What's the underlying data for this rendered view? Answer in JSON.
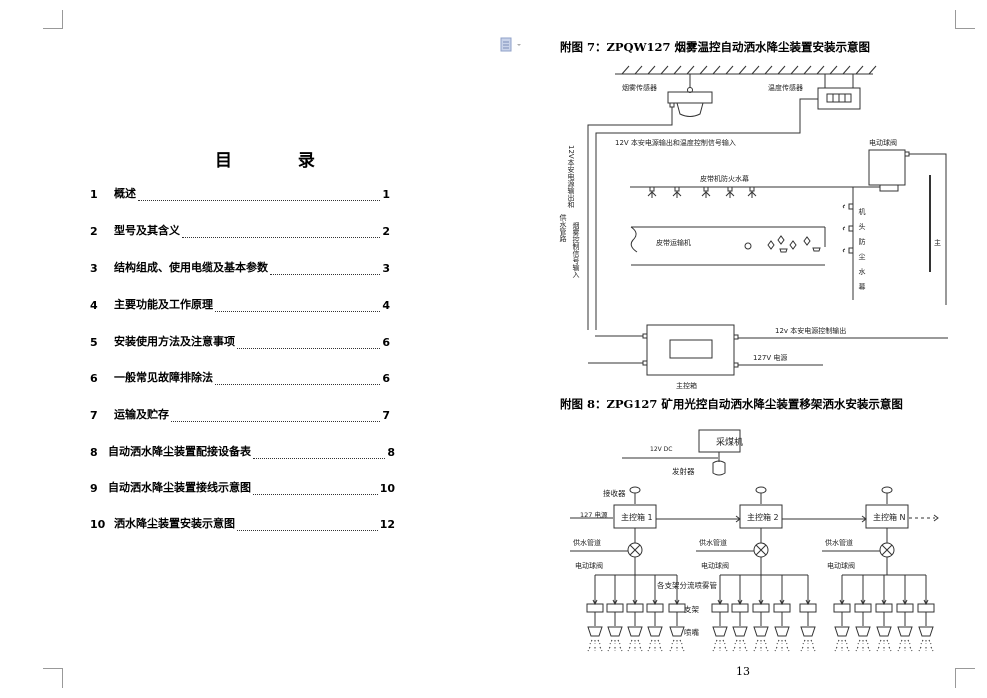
{
  "toc": {
    "title_left": "目",
    "title_right": "录",
    "items": [
      {
        "num": "1",
        "label": "概述",
        "page": "1"
      },
      {
        "num": "2",
        "label": "型号及其含义",
        "page": "2"
      },
      {
        "num": "3",
        "label": "结构组成、使用电缆及基本参数",
        "page": "3"
      },
      {
        "num": "4",
        "label": "主要功能及工作原理",
        "page": "4"
      },
      {
        "num": "5",
        "label": "安装使用方法及注意事项",
        "page": "6"
      },
      {
        "num": "6",
        "label": "一般常见故障排除法",
        "page": "6"
      },
      {
        "num": "7",
        "label": "运输及贮存",
        "page": "7"
      },
      {
        "num": "8",
        "label": "自动洒水降尘装置配接设备表",
        "page": "8"
      },
      {
        "num": "9",
        "label": "自动洒水降尘装置接线示意图",
        "page": "10"
      },
      {
        "num": "10",
        "label": "洒水降尘装置安装示意图",
        "page": "12"
      }
    ]
  },
  "figure7": {
    "title": "附图 7：ZPQW127 烟雾温控自动洒水降尘装置安装示意图",
    "smoke_sensor": "烟雾传感器",
    "temp_sensor": "温度传感器",
    "signal_line": "12V 本安电源输出和温度控制信号输入",
    "vertical_left_1": "12V本安电源输出和",
    "vertical_left_2": "供水管路",
    "vertical_left_3": "烟雾控制信号输入",
    "ball_valve": "电动球阀",
    "fire_curtain": "皮带机防火水幕",
    "conveyor": "皮带运输机",
    "head_curtain": "机头防尘水幕",
    "main": "主",
    "control_output": "12v 本安电源控制输出",
    "power_127v": "127V 电源",
    "main_box": "主控箱"
  },
  "figure8": {
    "title": "附图 8：ZPG127 矿用光控自动洒水降尘装置移架洒水安装示意图",
    "shearer": "采煤机",
    "dc_12v": "12V DC",
    "transmitter": "发射器",
    "receiver": "接收器",
    "power_127v": "127 电源",
    "boxes": [
      "主控箱 1",
      "主控箱 2",
      "主控箱 N"
    ],
    "water_pipe": "供水管道",
    "ball_valve": "电动球阀",
    "branch_pipe": "各支架分流喷雾管",
    "support": "支架",
    "nozzle": "喷嘴"
  },
  "page_number": "13",
  "toolbar": {
    "doc_icon": "document-icon"
  }
}
